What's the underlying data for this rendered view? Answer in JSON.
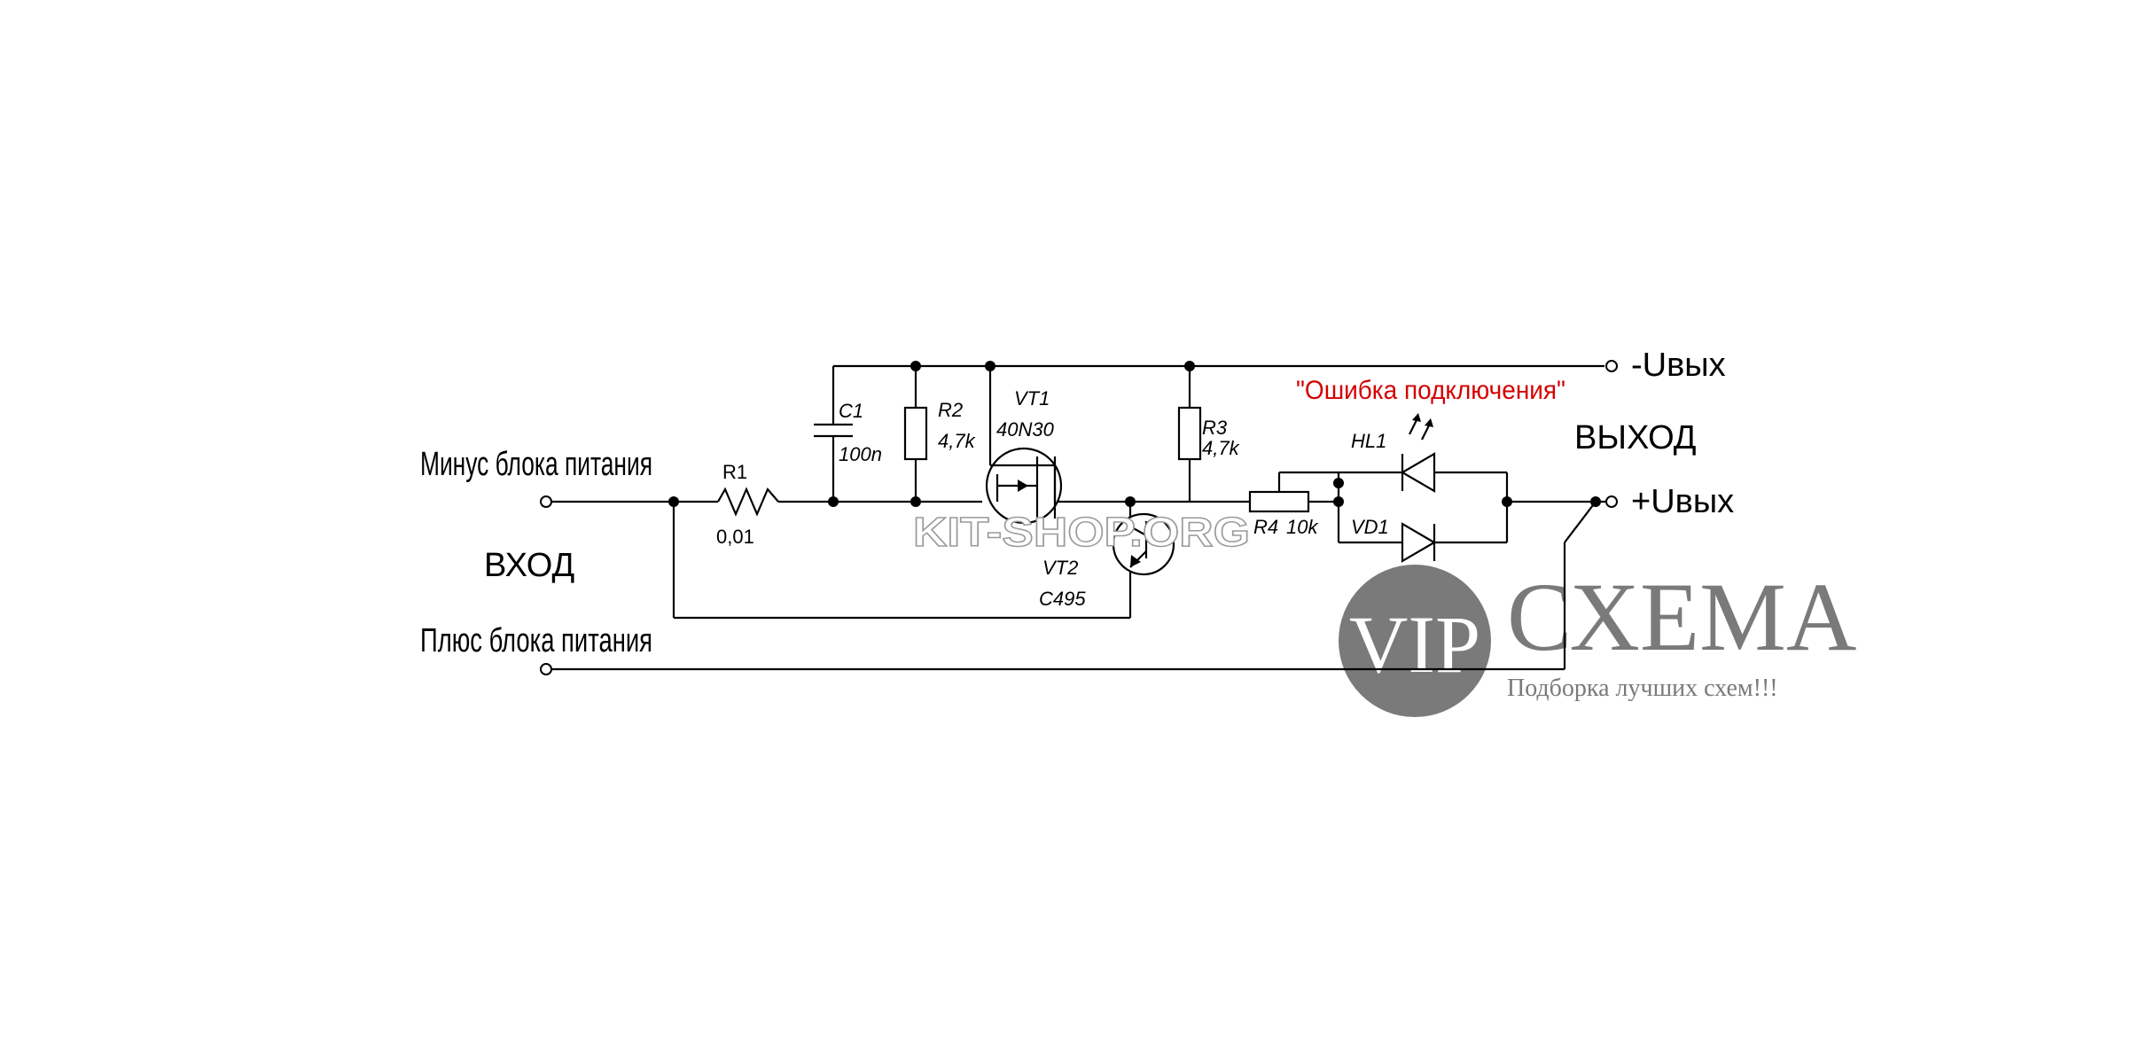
{
  "labels": {
    "minus_input": "Минус блока питания",
    "plus_input": "Плюс блока питания",
    "input": "ВХОД",
    "output": "ВЫХОД",
    "minus_out": "-Uвых",
    "plus_out": "+Uвых",
    "error": "\"Ошибка подключения\""
  },
  "components": {
    "r1_name": "R1",
    "r1_value": "0,01",
    "c1_name": "C1",
    "c1_value": "100n",
    "r2_name": "R2",
    "r2_value": "4,7k",
    "vt1_name": "VT1",
    "vt1_value": "40N30",
    "vt2_name": "VT2",
    "vt2_value": "C495",
    "r3_name": "R3",
    "r3_value": "4,7k",
    "r4_name": "R4",
    "r4_value": "10k",
    "hl1_name": "HL1",
    "vd1_name": "VD1"
  },
  "watermarks": {
    "kit_shop": "KIT-SHOP.ORG",
    "vip": "VIP",
    "brand": "СХЕМА",
    "tagline": "Подборка лучших схем!!!"
  },
  "colors": {
    "error_text": "#d40000",
    "watermark_gray": "#7a7a7a"
  }
}
